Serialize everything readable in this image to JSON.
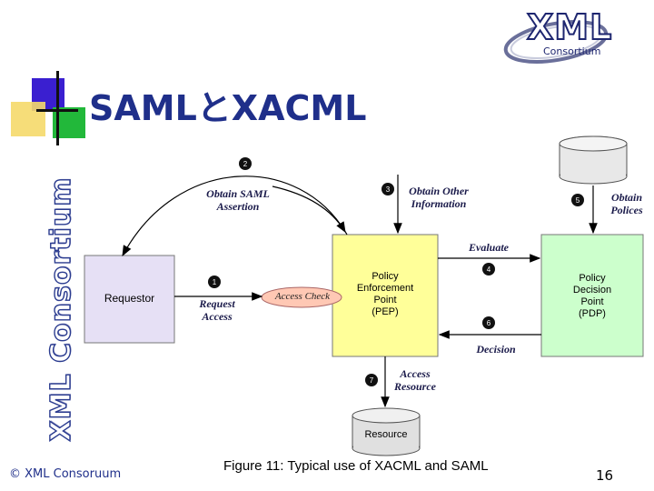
{
  "slide": {
    "title": "SAMLとXACML",
    "sidebar_text": "XML Consortium",
    "footer": "© XML Consoruum",
    "page_number": "16"
  },
  "logo": {
    "main": "XML",
    "sub": "Consortium"
  },
  "diagram": {
    "nodes": {
      "requestor": "Requestor",
      "pep": [
        "Policy",
        "Enforcement",
        "Point",
        "(PEP)"
      ],
      "pdp": [
        "Policy",
        "Decision",
        "Point",
        "(PDP)"
      ],
      "resource": "Resource",
      "access_check": "Access Check"
    },
    "steps": [
      {
        "num": "1",
        "label": [
          "Request",
          "Access"
        ]
      },
      {
        "num": "2",
        "label": [
          "Obtain SAML",
          "Assertion"
        ]
      },
      {
        "num": "3",
        "label": [
          "Obtain Other",
          "Information"
        ]
      },
      {
        "num": "4",
        "label": [
          "Evaluate"
        ]
      },
      {
        "num": "5",
        "label": [
          "Obtain",
          "Polices"
        ]
      },
      {
        "num": "6",
        "label": [
          "Decision"
        ]
      },
      {
        "num": "7",
        "label": [
          "Access",
          "Resource"
        ]
      }
    ]
  },
  "caption": "Figure 11:  Typical  use of XACML and SAML",
  "colors": {
    "title": "#1f2f8a",
    "pep_fill": "#ffff99",
    "pdp_fill": "#ccffcc",
    "requestor_fill": "#e6e0f5",
    "access_check_fill": "#ffc8b4"
  }
}
